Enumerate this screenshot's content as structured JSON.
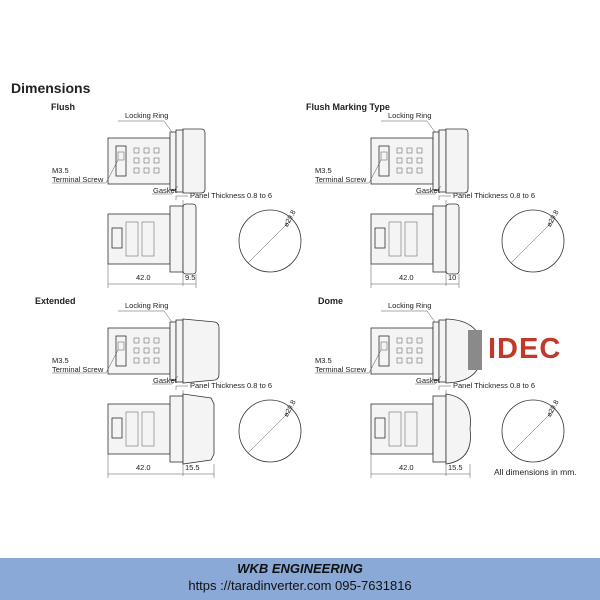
{
  "heading": "Dimensions",
  "panels": [
    {
      "title": "Flush",
      "locking_ring": "Locking Ring",
      "screw_line1": "M3.5",
      "screw_line2": "Terminal Screw",
      "gasket": "Gasket",
      "panel_thickness": "Panel Thickness 0.8 to 6",
      "body_length": "42.0",
      "front_length": "9.5",
      "diameter": "ø29.8"
    },
    {
      "title": "Flush Marking Type",
      "locking_ring": "Locking Ring",
      "screw_line1": "M3.5",
      "screw_line2": "Terminal Screw",
      "gasket": "Gasket",
      "panel_thickness": "Panel Thickness 0.8 to 6",
      "body_length": "42.0",
      "front_length": "10",
      "diameter": "ø29.8"
    },
    {
      "title": "Extended",
      "locking_ring": "Locking Ring",
      "screw_line1": "M3.5",
      "screw_line2": "Terminal Screw",
      "gasket": "Gasket",
      "panel_thickness": "Panel Thickness 0.8 to 6",
      "body_length": "42.0",
      "front_length": "15.5",
      "diameter": "ø29.8"
    },
    {
      "title": "Dome",
      "locking_ring": "Locking Ring",
      "screw_line1": "M3.5",
      "screw_line2": "Terminal Screw",
      "gasket": "Gasket",
      "panel_thickness": "Panel Thickness 0.8 to 6",
      "body_length": "42.0",
      "front_length": "15.5",
      "diameter": "ø29.8"
    }
  ],
  "note": "All dimensions in mm.",
  "logo": {
    "text": "IDEC",
    "color": "#c0392b",
    "icon": "idec-logo"
  },
  "footer": {
    "company": "WKB ENGINEERING",
    "contact": "https ://taradinverter.com  095-7631816",
    "background": "#8aa9d6"
  }
}
